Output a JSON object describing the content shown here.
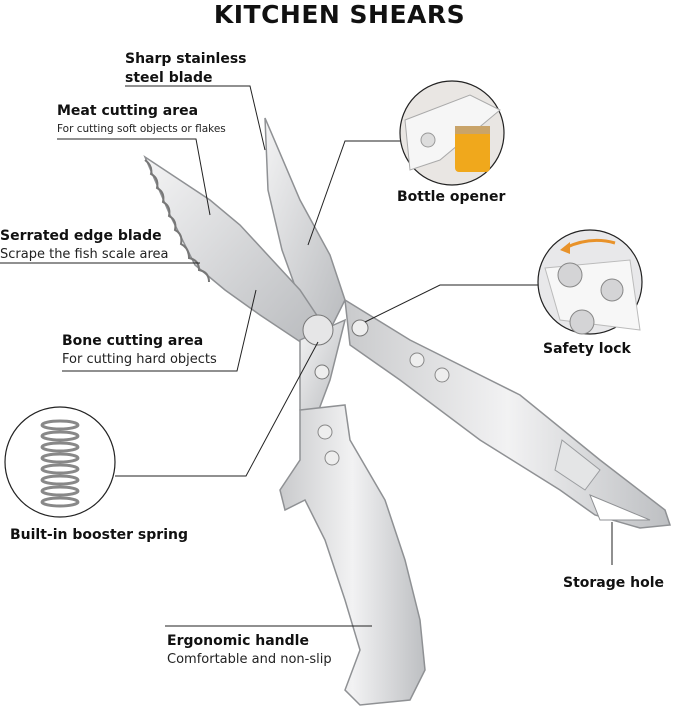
{
  "title": "KITCHEN SHEARS",
  "callouts": {
    "blade": {
      "line1": "Sharp stainless",
      "line2": "steel blade"
    },
    "meat": {
      "label": "Meat cutting area",
      "sub": "For cutting soft objects or flakes"
    },
    "serrated": {
      "label": "Serrated edge blade",
      "sub": "Scrape the fish scale area"
    },
    "bone": {
      "label": "Bone cutting area",
      "sub": "For cutting hard objects"
    },
    "bottle": {
      "label": "Bottle opener"
    },
    "lock": {
      "label": "Safety lock"
    },
    "spring": {
      "label": "Built-in booster spring"
    },
    "storage": {
      "label": "Storage hole"
    },
    "handle": {
      "label": "Ergonomic handle",
      "sub": "Comfortable and non-slip"
    }
  },
  "colors": {
    "steel": "#d9dadc",
    "steel_dark": "#9a9c9f",
    "bottle": "#f0a81c",
    "arrow": "#e8922a"
  }
}
